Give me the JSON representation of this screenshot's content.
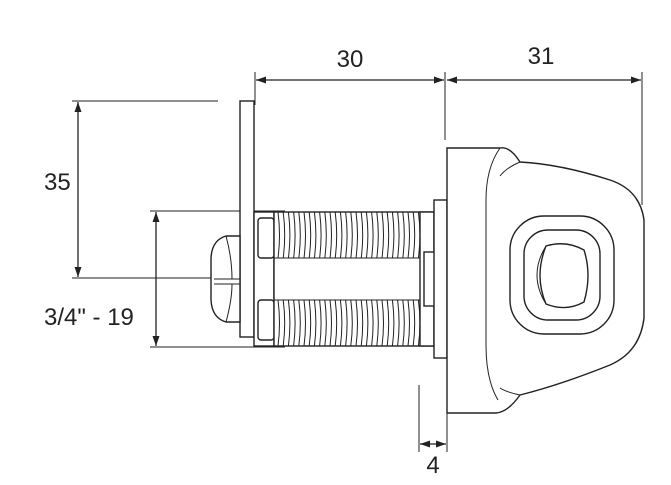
{
  "dimensions": {
    "overall_length": "30",
    "head_length": "31",
    "flange_height": "35",
    "thread_spec": "3/4\" - 19",
    "flange_thickness": "4"
  }
}
